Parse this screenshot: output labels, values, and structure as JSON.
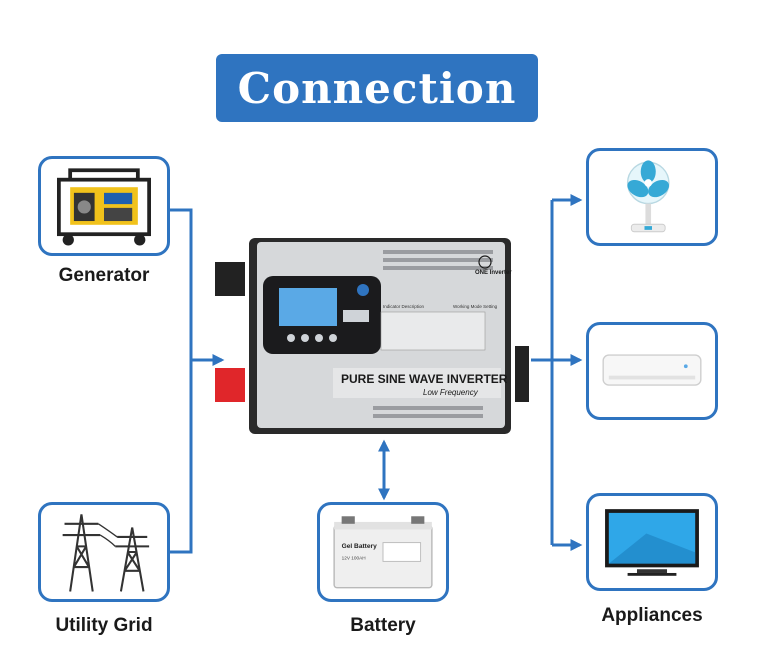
{
  "title": "Connection",
  "colors": {
    "accent": "#2f74c0",
    "line": "#2f74c0",
    "text": "#1a1a1a"
  },
  "sources": [
    {
      "label": "Generator",
      "icon": "generator-icon"
    },
    {
      "label": "Utility Grid",
      "icon": "power-tower-icon"
    }
  ],
  "storage": {
    "label": "Battery",
    "icon": "battery-icon",
    "brand": "Gel Battery",
    "model": "12V 100AH"
  },
  "loads": {
    "label": "Appliances",
    "items": [
      {
        "icon": "fan-icon"
      },
      {
        "icon": "air-conditioner-icon"
      },
      {
        "icon": "television-icon"
      }
    ]
  },
  "inverter": {
    "icon": "inverter-icon",
    "product_line_1": "PURE SINE WAVE INVERTER",
    "product_line_2": "Low Frequency",
    "brand": "ONE Inverter",
    "indicator_title": "Indicator Description",
    "mode_title": "Working Mode Setting"
  }
}
